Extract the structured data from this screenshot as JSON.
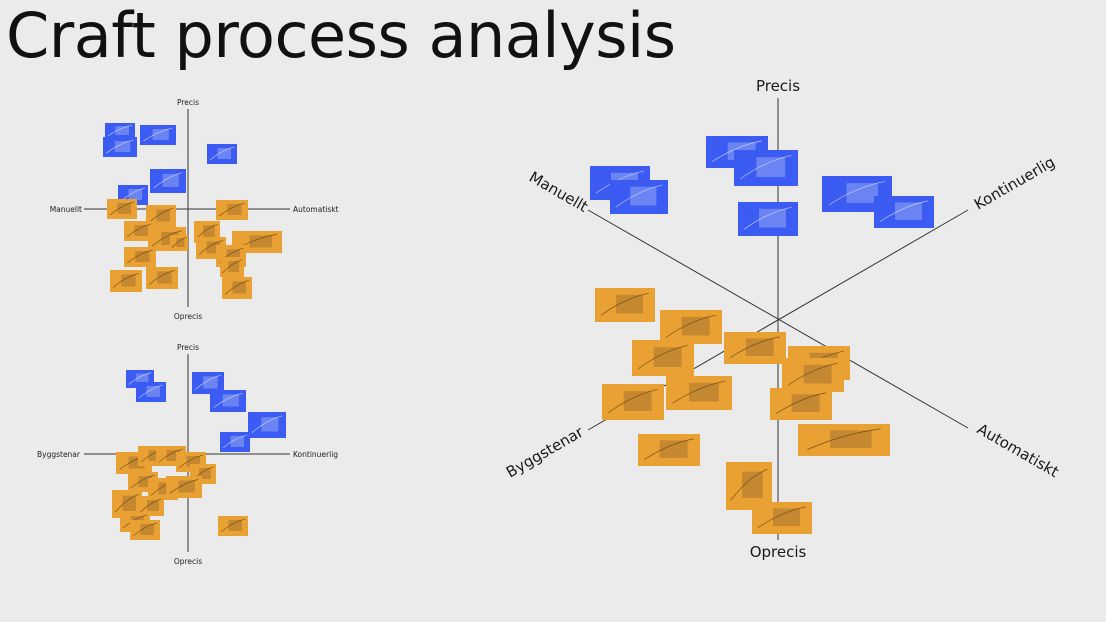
{
  "title": "Craft process analysis",
  "colors": {
    "blue": "#3b5bf2",
    "blue_light": "#93a6f5",
    "orange": "#e9a133",
    "orange_dark": "#a7752f",
    "background": "#ebebeb",
    "axis": "#333333"
  },
  "diagrams": {
    "top_left": {
      "labels": {
        "top": "Precis",
        "bottom": "Oprecis",
        "left": "Manuellt",
        "right": "Automatiskt"
      }
    },
    "bottom_left": {
      "labels": {
        "top": "Precis",
        "bottom": "Oprecis",
        "left": "Byggstenar",
        "right": "Kontinuerlig"
      }
    },
    "right": {
      "labels": {
        "top": "Precis",
        "bottom": "Oprecis",
        "upper_left": "Manuellt",
        "upper_right": "Kontinuerlig",
        "lower_left": "Byggstenar",
        "lower_right": "Automatiskt"
      }
    }
  }
}
